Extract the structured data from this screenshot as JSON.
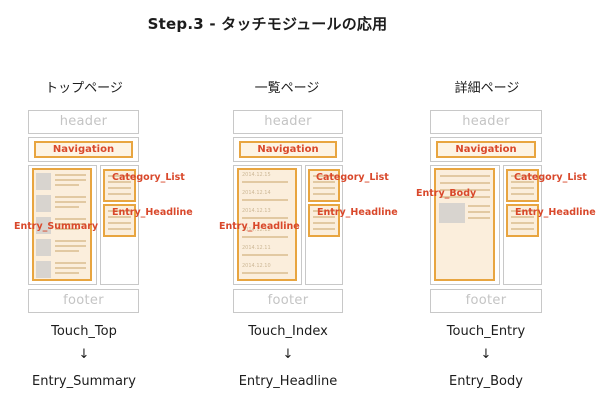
{
  "title": "Step.3 - タッチモジュールの応用",
  "columns": [
    {
      "heading": "トップページ",
      "header": "header",
      "navigation": "Navigation",
      "footer": "footer",
      "main_label": "Entry_Summary",
      "side_labels": [
        "Category_List",
        "Entry_Headline"
      ],
      "module": "Touch_Top",
      "arrow": "↓",
      "result": "Entry_Summary"
    },
    {
      "heading": "一覧ページ",
      "header": "header",
      "navigation": "Navigation",
      "footer": "footer",
      "main_label": "Entry_Headline",
      "side_labels": [
        "Category_List",
        "Entry_Headline"
      ],
      "dates": [
        "2014.12.15",
        "2014.12.14",
        "2014.12.13",
        "2014.12.12",
        "2014.12.11",
        "2014.12.10"
      ],
      "module": "Touch_Index",
      "arrow": "↓",
      "result": "Entry_Headline"
    },
    {
      "heading": "詳細ページ",
      "header": "header",
      "navigation": "Navigation",
      "footer": "footer",
      "main_label": "Entry_Body",
      "side_labels": [
        "Category_List",
        "Entry_Headline"
      ],
      "module": "Touch_Entry",
      "arrow": "↓",
      "result": "Entry_Body"
    }
  ]
}
